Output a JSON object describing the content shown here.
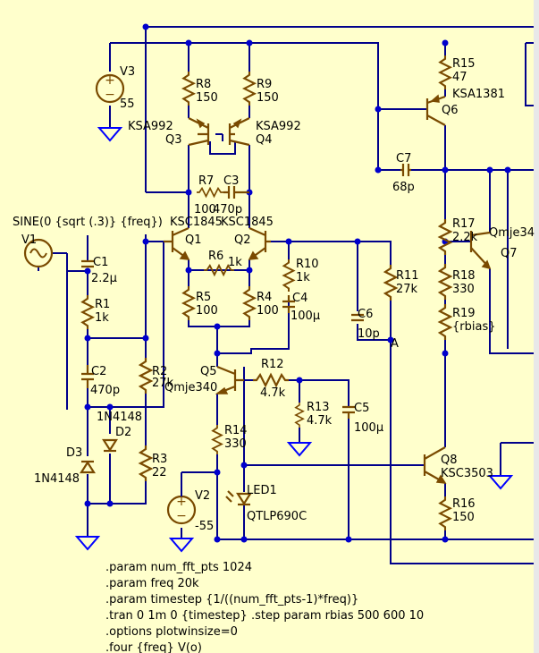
{
  "canvas": {
    "background": "#ffffcc",
    "wire_color": "#00008b",
    "component_color": "#7a4a00",
    "junction_color": "#0000cc",
    "ground_color": "#0000ff"
  },
  "components": [
    {
      "id": "v3",
      "name": "V3",
      "value": "55"
    },
    {
      "id": "r8",
      "name": "R8",
      "value": "150"
    },
    {
      "id": "r9",
      "name": "R9",
      "value": "150"
    },
    {
      "id": "q3",
      "name": "Q3",
      "value": "KSA992"
    },
    {
      "id": "q4",
      "name": "Q4",
      "value": "KSA992"
    },
    {
      "id": "r7",
      "name": "R7",
      "value": "100"
    },
    {
      "id": "c3",
      "name": "C3",
      "value": "470p"
    },
    {
      "id": "q1",
      "name": "Q1",
      "value": "KSC1845"
    },
    {
      "id": "q2",
      "name": "Q2",
      "value": "KSC1845"
    },
    {
      "id": "v1",
      "name": "V1",
      "value": "SINE(0 {sqrt (.3)} {freq})"
    },
    {
      "id": "c1",
      "name": "C1",
      "value": "2.2µ"
    },
    {
      "id": "r1",
      "name": "R1",
      "value": "1k"
    },
    {
      "id": "r6",
      "name": "R6",
      "value": "1k"
    },
    {
      "id": "r5",
      "name": "R5",
      "value": "100"
    },
    {
      "id": "r4",
      "name": "R4",
      "value": "100"
    },
    {
      "id": "r10",
      "name": "R10",
      "value": "1k"
    },
    {
      "id": "c4",
      "name": "C4",
      "value": "100µ"
    },
    {
      "id": "c6",
      "name": "C6",
      "value": "10p"
    },
    {
      "id": "r11",
      "name": "R11",
      "value": "27k"
    },
    {
      "id": "c2",
      "name": "C2",
      "value": "470p"
    },
    {
      "id": "r2",
      "name": "R2",
      "value": "27k"
    },
    {
      "id": "q5",
      "name": "Q5",
      "value": "Qmje340"
    },
    {
      "id": "r12",
      "name": "R12",
      "value": "4.7k"
    },
    {
      "id": "r13",
      "name": "R13",
      "value": "4.7k"
    },
    {
      "id": "c5",
      "name": "C5",
      "value": "100µ"
    },
    {
      "id": "d2",
      "name": "D2",
      "value": "1N4148"
    },
    {
      "id": "d3",
      "name": "D3",
      "value": "1N4148"
    },
    {
      "id": "r3",
      "name": "R3",
      "value": "22"
    },
    {
      "id": "r14",
      "name": "R14",
      "value": "330"
    },
    {
      "id": "v2",
      "name": "V2",
      "value": "-55"
    },
    {
      "id": "led1",
      "name": "LED1",
      "value": "QTLP690C"
    },
    {
      "id": "r15",
      "name": "R15",
      "value": "47"
    },
    {
      "id": "q6",
      "name": "Q6",
      "value": "KSA1381"
    },
    {
      "id": "c7",
      "name": "C7",
      "value": "68p"
    },
    {
      "id": "r17",
      "name": "R17",
      "value": "2.2k"
    },
    {
      "id": "q7",
      "name": "Q7",
      "value": "Qmje34"
    },
    {
      "id": "r18",
      "name": "R18",
      "value": "330"
    },
    {
      "id": "r19",
      "name": "R19",
      "value": "{rbias}"
    },
    {
      "id": "q8",
      "name": "Q8",
      "value": "KSC3503"
    },
    {
      "id": "r16",
      "name": "R16",
      "value": "150"
    }
  ],
  "net_labels": {
    "a": "A"
  },
  "directives": [
    ".param num_fft_pts 1024",
    ".param freq 20k",
    ".param timestep {1/((num_fft_pts-1)*freq)}",
    ".tran 0 1m 0 {timestep} .step param rbias 500 600 10",
    ".options plotwinsize=0",
    ".four {freq} V(o)"
  ]
}
